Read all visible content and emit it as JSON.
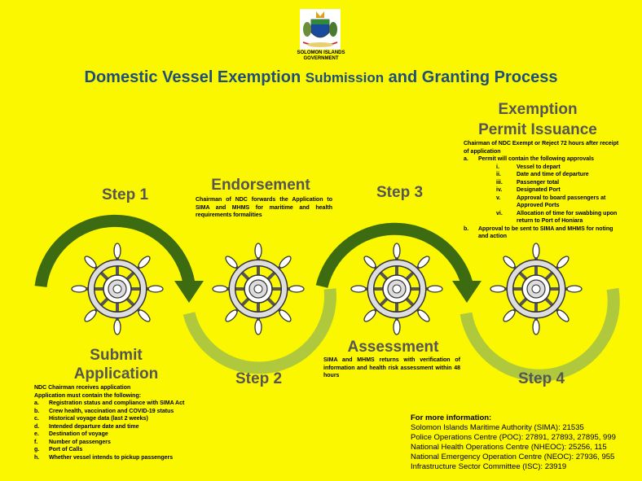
{
  "government": {
    "line1": "SOLOMON ISLANDS",
    "line2": "GOVERNMENT"
  },
  "title": {
    "part1": "Domestic Vessel Exemption ",
    "part2": "Submission",
    "part3": " and Granting Process"
  },
  "colors": {
    "background": "#fbf700",
    "arrow_dark": "#3c6b12",
    "arrow_light": "#b0c93c",
    "title": "#1f4e79",
    "heading": "#555555"
  },
  "steps": [
    {
      "step_label": "Step 1",
      "heading": [
        "Submit",
        "Application"
      ],
      "intro": [
        "NDC Chairman receives application",
        "Application must contain the following:"
      ],
      "items": [
        {
          "n": "a.",
          "t": "Registration status and compliance with SIMA Act"
        },
        {
          "n": "b.",
          "t": "Crew health, vaccination and COVID-19 status"
        },
        {
          "n": "c.",
          "t": "Historical voyage data (last 2 weeks)"
        },
        {
          "n": "d.",
          "t": "Intended departure date and time"
        },
        {
          "n": "e.",
          "t": "Destination of voyage"
        },
        {
          "n": "f.",
          "t": "Number of passengers"
        },
        {
          "n": "g.",
          "t": "Port of Calls"
        },
        {
          "n": "h.",
          "t": "Whether vessel intends to pickup passengers"
        }
      ]
    },
    {
      "step_label": "Step 2",
      "heading": "Endorsement",
      "description": "Chairman of NDC forwards the Application to SIMA and MHMS for maritime and health requirements formalities"
    },
    {
      "step_label": "Step 3",
      "heading": "Assessment",
      "description": "SIMA and MHMS returns with verification of information and health risk assessment within 48 hours"
    },
    {
      "step_label": "Step 4",
      "heading": [
        "Exemption",
        "Permit Issuance"
      ],
      "intro": "Chairman of NDC Exempt or Reject 72 hours after receipt of application",
      "item_a": {
        "n": "a.",
        "t": "Permit will contain the following approvals"
      },
      "approvals": [
        {
          "n": "i.",
          "t": "Vessel to depart"
        },
        {
          "n": "ii.",
          "t": "Date and time of departure"
        },
        {
          "n": "iii.",
          "t": "Passenger total"
        },
        {
          "n": "iv.",
          "t": "Designated Port"
        },
        {
          "n": "v.",
          "t": "Approval to board passengers at Approved Ports"
        },
        {
          "n": "vi.",
          "t": "Allocation of time for swabbing upon return to Port of Honiara"
        }
      ],
      "item_b": {
        "n": "b.",
        "t": "Approval to be sent to SIMA and MHMS for noting and action"
      }
    }
  ],
  "contact": {
    "heading": "For more information:",
    "lines": [
      "Solomon Islands Maritime Authority (SIMA): 21535",
      "Police Operations Centre (POC): 27891, 27893, 27895, 999",
      "National Health Operations Centre (NHEOC): 25256, 115",
      "National Emergency Operation Centre (NEOC): 27936, 955",
      "Infrastructure Sector Committee (ISC): 23919"
    ]
  }
}
